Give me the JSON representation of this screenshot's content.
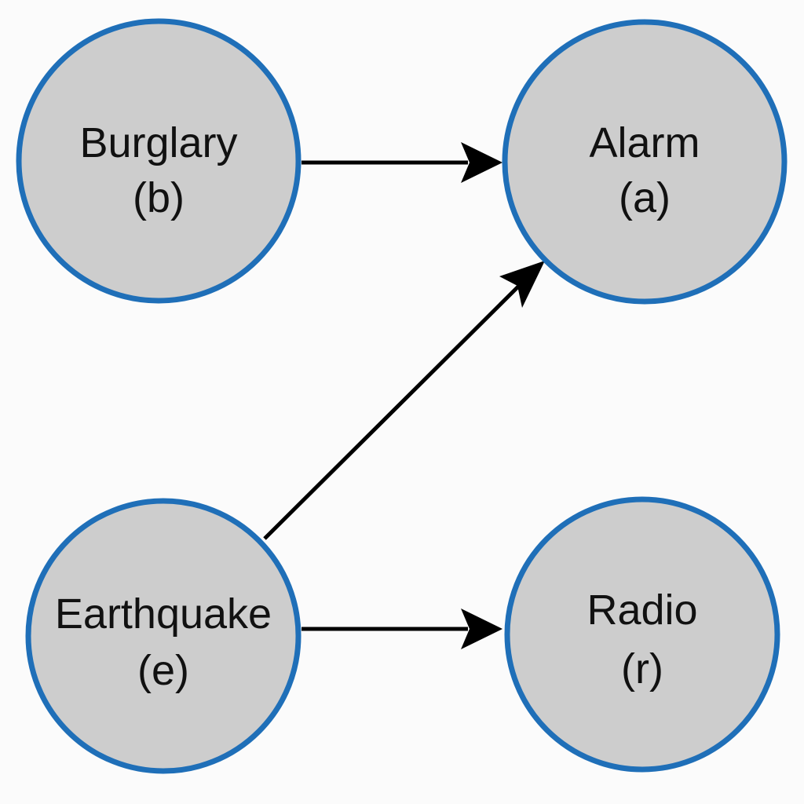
{
  "diagram": {
    "type": "directed-graph",
    "colors": {
      "background": "#fbfbfb",
      "node_fill": "#cdcdcd",
      "node_stroke": "#1f6fb8",
      "edge": "#000000",
      "text": "#111111"
    },
    "nodes": {
      "burglary": {
        "name": "Burglary",
        "symbol": "(b)"
      },
      "alarm": {
        "name": "Alarm",
        "symbol": "(a)"
      },
      "earthquake": {
        "name": "Earthquake",
        "symbol": "(e)"
      },
      "radio": {
        "name": "Radio",
        "symbol": "(r)"
      }
    },
    "edges": [
      {
        "from": "burglary",
        "to": "alarm"
      },
      {
        "from": "earthquake",
        "to": "alarm"
      },
      {
        "from": "earthquake",
        "to": "radio"
      }
    ]
  }
}
